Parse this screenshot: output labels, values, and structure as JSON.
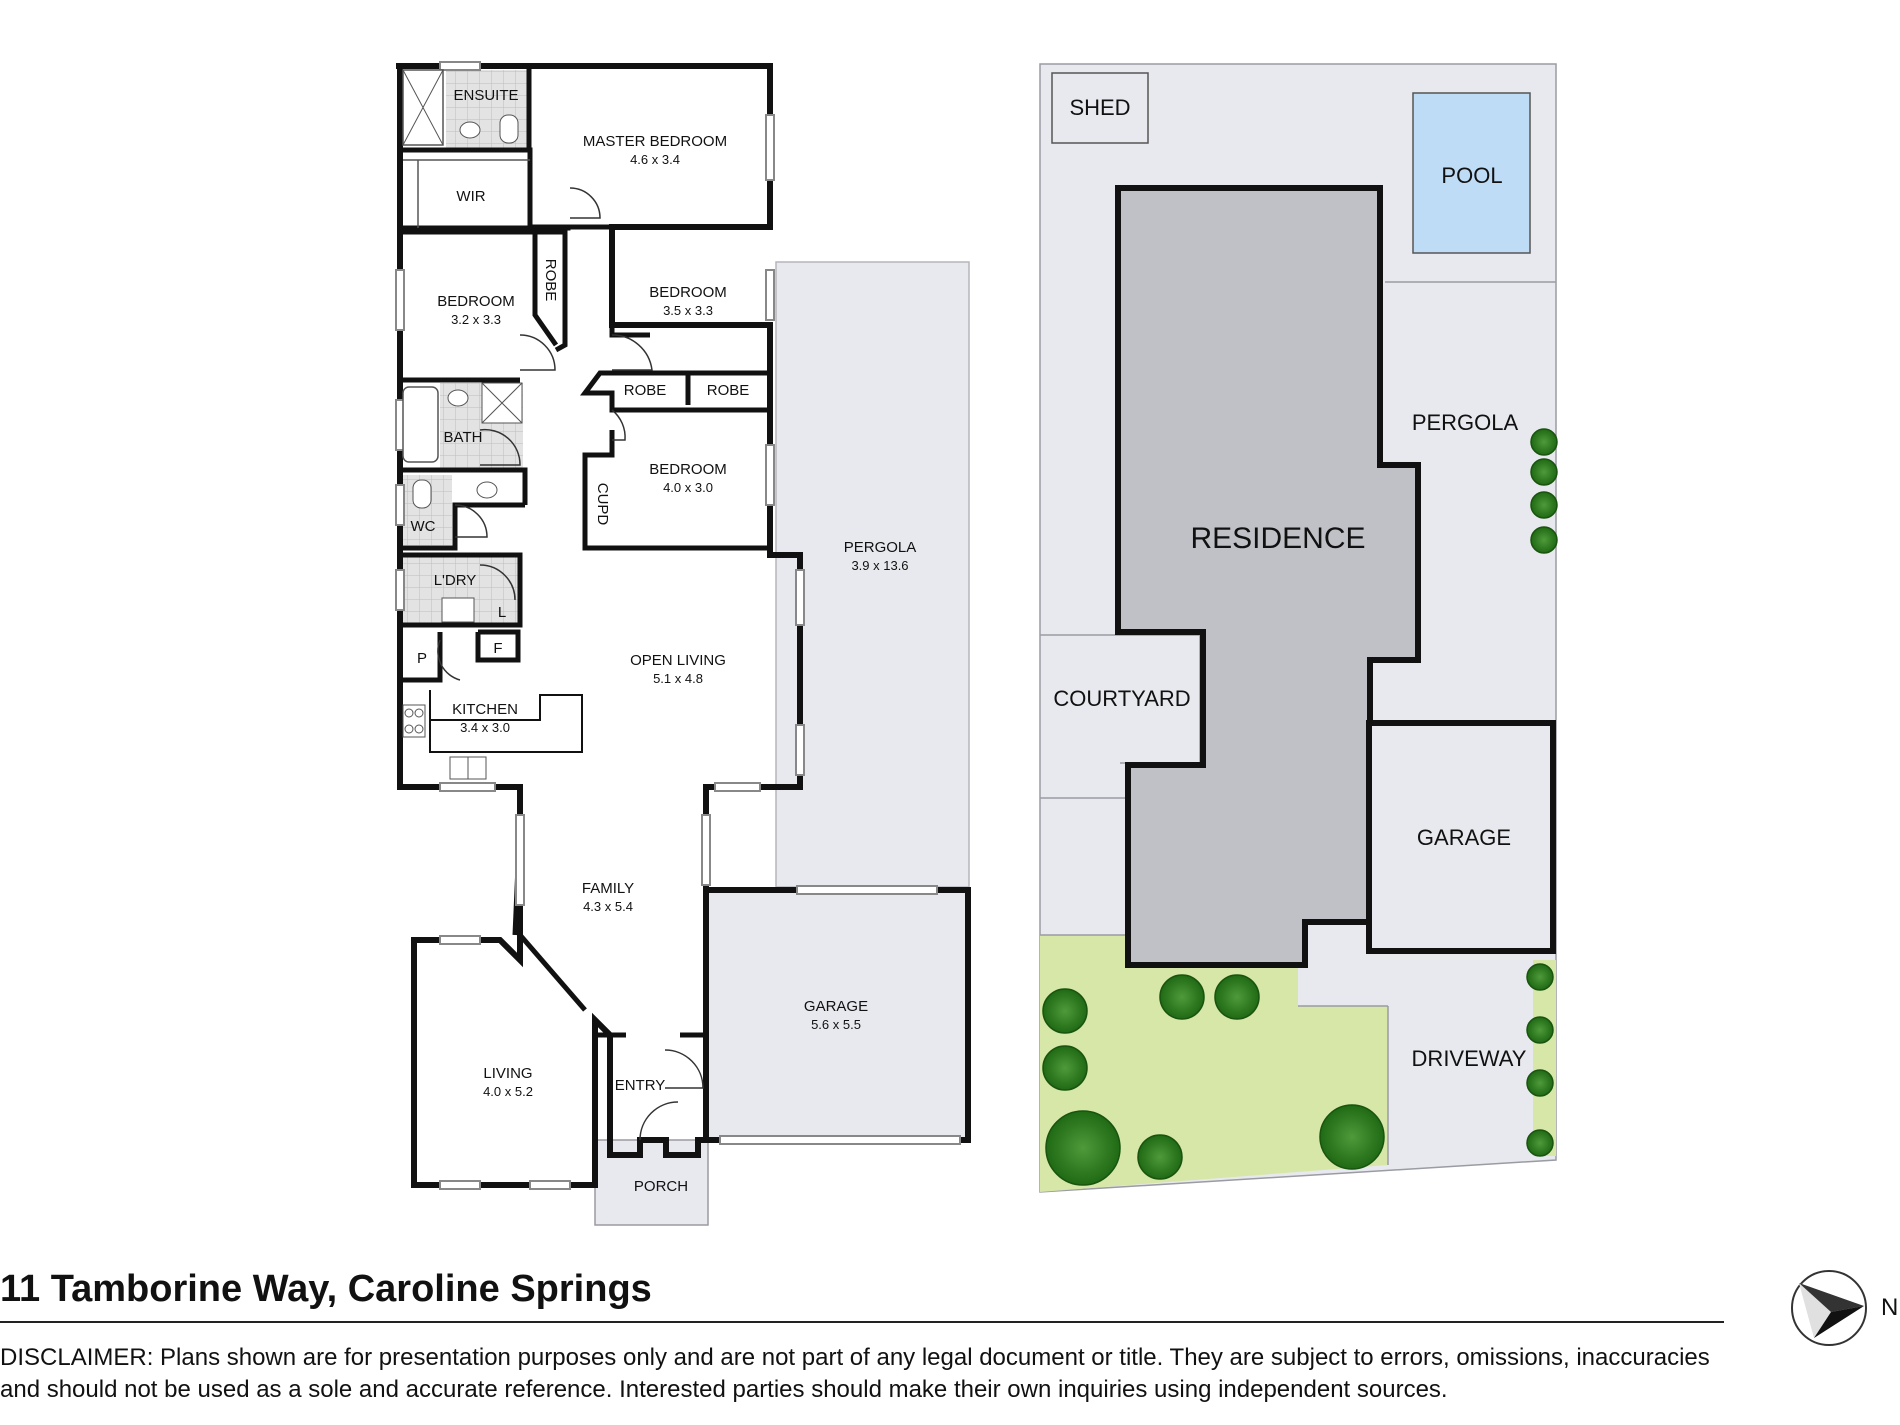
{
  "floor_plan": {
    "rooms": {
      "ensuite": "ENSUITE",
      "master_bedroom": {
        "name": "MASTER BEDROOM",
        "size": "4.6 x 3.4"
      },
      "wir": "WIR",
      "bedroom_1": {
        "name": "BEDROOM",
        "size": "3.2 x 3.3"
      },
      "robe_vertical": "ROBE",
      "bedroom_2": {
        "name": "BEDROOM",
        "size": "3.5 x 3.3"
      },
      "robe_left": "ROBE",
      "robe_right": "ROBE",
      "bath": "BATH",
      "bedroom_3": {
        "name": "BEDROOM",
        "size": "4.0 x 3.0"
      },
      "cupd": "CUPD",
      "wc": "WC",
      "laundry": "L'DRY",
      "linen": "L",
      "pantry": "P",
      "fridge": "F",
      "kitchen": {
        "name": "KITCHEN",
        "size": "3.4 x 3.0"
      },
      "open_living": {
        "name": "OPEN LIVING",
        "size": "5.1 x 4.8"
      },
      "pergola": {
        "name": "PERGOLA",
        "size": "3.9 x 13.6"
      },
      "family": {
        "name": "FAMILY",
        "size": "4.3 x 5.4"
      },
      "living": {
        "name": "LIVING",
        "size": "4.0 x 5.2"
      },
      "entry": "ENTRY",
      "garage": {
        "name": "GARAGE",
        "size": "5.6 x 5.5"
      },
      "porch": "PORCH"
    }
  },
  "site_plan": {
    "shed": "SHED",
    "pool": "POOL",
    "pergola": "PERGOLA",
    "residence": "RESIDENCE",
    "courtyard": "COURTYARD",
    "garage": "GARAGE",
    "driveway": "DRIVEWAY"
  },
  "footer": {
    "address": "11 Tamborine Way, Caroline Springs",
    "disclaimer": "DISCLAIMER: Plans shown are for presentation purposes only and are not part of any legal document or title. They are subject to errors, omissions, inaccuracies and should not be used as a sole and accurate reference.  Interested parties should make their own inquiries using independent sources.",
    "north_label": "N"
  },
  "colors": {
    "wall": "#111111",
    "outdoor_area": "#e8e9ee",
    "residence": "#bfc1c6",
    "pool": "#bfdcf7",
    "lawn": "#d6e7a8",
    "tree": "#2e7d1f",
    "tiles": "#d4d4d4"
  }
}
